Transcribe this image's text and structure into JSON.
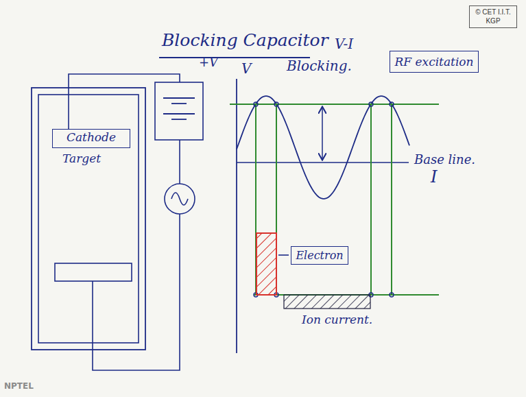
{
  "diagram": {
    "title": "Blocking Capacitor",
    "nodes": [
      {
        "text": [
          "© CET I.I.T. KGP"
        ]
      },
      {
        "text": [
          "Cathode",
          "Target"
        ]
      },
      {
        "text": [
          "RF excitation"
        ]
      },
      {
        "text": [
          "Electron"
        ]
      }
    ],
    "labels": [
      "V-I",
      "+V",
      "V",
      "Blocking.",
      "Base line.",
      "I",
      "Ion current.",
      "NPTEL"
    ]
  }
}
